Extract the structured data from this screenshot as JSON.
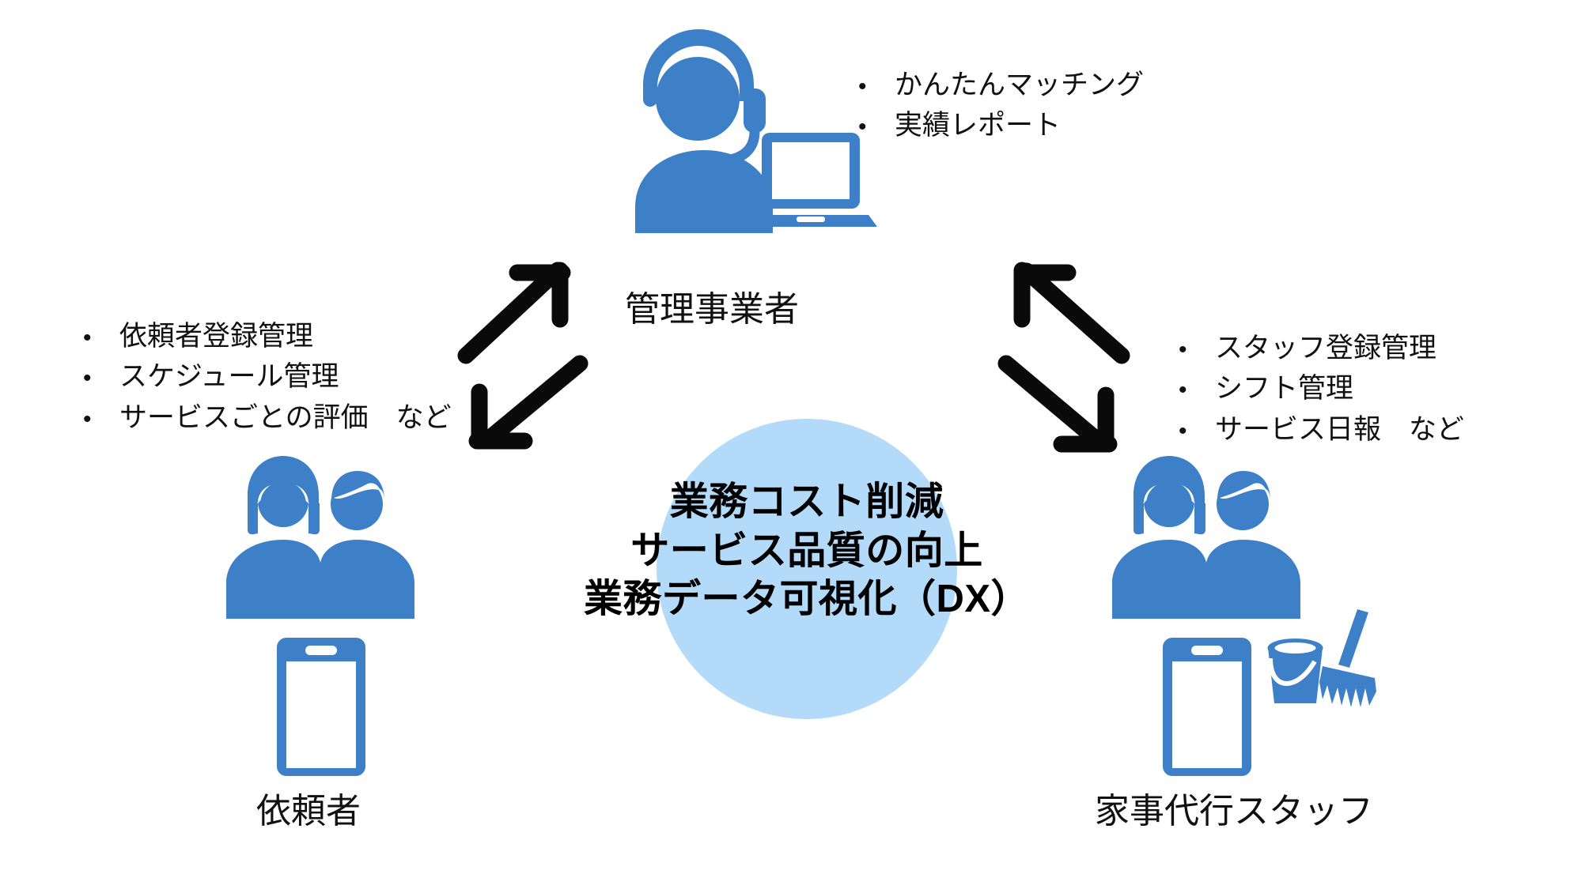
{
  "theme": {
    "icon_blue": "#3d80c8",
    "halo_blue": "#b3daf8",
    "arrow_black": "#0a0a0a",
    "text_black": "#111111",
    "background": "#ffffff"
  },
  "center": {
    "name": "benefits-halo",
    "lines": [
      "業務コスト削減",
      "サービス品質の向上",
      "業務データ可視化（DX）"
    ]
  },
  "nodes": {
    "operator": {
      "label": "管理事業者",
      "icon": "operator-headset-laptop-icon"
    },
    "client": {
      "label": "依頼者",
      "icon": "two-people-smartphone-icon"
    },
    "staff": {
      "label": "家事代行スタッフ",
      "icon": "two-people-smartphone-bucket-broom-icon"
    }
  },
  "bullets": {
    "operator": {
      "marker": "•",
      "items": [
        "かんたんマッチング",
        "実績レポート"
      ]
    },
    "client": {
      "marker": "•",
      "items": [
        "依頼者登録管理",
        "スケジュール管理",
        "サービスごとの評価　など"
      ]
    },
    "staff": {
      "marker": "•",
      "items": [
        "スタッフ登録管理",
        "シフト管理",
        "サービス日報　など"
      ]
    }
  },
  "connectors": [
    {
      "name": "client-to-operator-arrow",
      "direction": "up-right"
    },
    {
      "name": "operator-to-client-arrow",
      "direction": "down-left"
    },
    {
      "name": "staff-to-operator-arrow",
      "direction": "up-left"
    },
    {
      "name": "operator-to-staff-arrow",
      "direction": "down-right"
    }
  ]
}
